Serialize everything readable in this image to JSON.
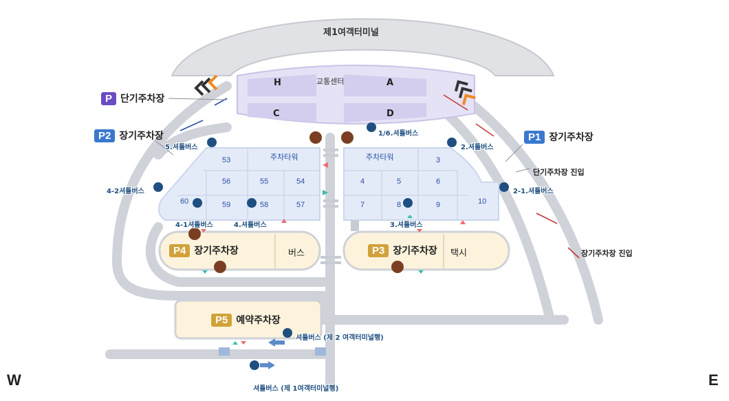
{
  "terminal": {
    "name": "제1여객터미널",
    "transport_center": "교통센터",
    "gates": [
      "H",
      "A",
      "C",
      "D"
    ]
  },
  "parking": {
    "short_term": {
      "badge": "P",
      "label": "단기주차장",
      "color": "#6a4bc4"
    },
    "p2": {
      "badge": "P2",
      "label": "장기주차장",
      "color": "#3a78d0"
    },
    "p1": {
      "badge": "P1",
      "label": "장기주차장",
      "color": "#3a78d0"
    },
    "p4": {
      "badge": "P4",
      "label": "장기주차장",
      "color": "#d1a23a"
    },
    "p3": {
      "badge": "P3",
      "label": "장기주차장",
      "color": "#d1a23a"
    },
    "p5": {
      "badge": "P5",
      "label": "예약주차장",
      "color": "#d1a23a"
    }
  },
  "facilities": {
    "bus": "버스",
    "taxi": "택시",
    "tower_left": "주차타워",
    "tower_right": "주차타워"
  },
  "zones_left": [
    "53",
    "56",
    "55",
    "54",
    "60",
    "59",
    "58",
    "57"
  ],
  "zones_right": [
    "3",
    "4",
    "5",
    "6",
    "7",
    "8",
    "9",
    "10"
  ],
  "shuttle_stops": {
    "s5": "5.셔틀버스",
    "s16": "1/6.셔틀버스",
    "s2": "2.셔틀버스",
    "s42": "4-2셔틀버스",
    "s21": "2-1.셔틀버스",
    "s41": "4-1셔틀버스",
    "s4": "4.셔틀버스",
    "s3": "3.셔틀버스",
    "t2": "셔틀버스 (제 2 여객터미널행)",
    "t1": "셔틀버스 (제 1여객터미널행)"
  },
  "entries": {
    "short": "단기주차장 진입",
    "long": "장기주차장 진입"
  },
  "compass": {
    "west": "W",
    "east": "E"
  },
  "colors": {
    "road": "#cfd2d8",
    "terminal": "#e1e2e6",
    "lot_blue": "#e4ebf8",
    "lot_yellow": "#fdf3dc",
    "pin_brown": "#7a3f22",
    "pin_navy": "#1f4f80"
  }
}
